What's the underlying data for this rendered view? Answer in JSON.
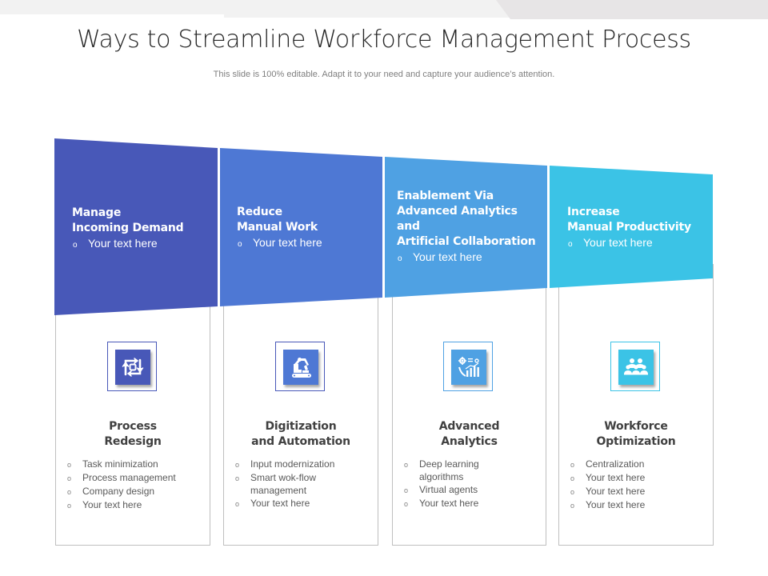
{
  "slide": {
    "title": "Ways to Streamline Workforce Management Process",
    "subtitle": "This slide is 100% editable. Adapt it to your need and capture your audience’s attention."
  },
  "colors": {
    "banner_1": "#4858B8",
    "banner_2": "#4E78D4",
    "banner_3": "#4FA1E3",
    "banner_4": "#3BC3E6",
    "card_border": "#BFBFBF",
    "card_title": "#404040",
    "card_text": "#595959"
  },
  "bullet_glyph": "o",
  "columns": [
    {
      "banner": {
        "title": "Manage\nIncoming Demand",
        "bullet": "Your text here"
      },
      "icon": "process-cycle-icon",
      "card": {
        "title": "Process\nRedesign",
        "items": [
          "Task minimization",
          "Process management",
          "Company design",
          "Your text here"
        ]
      }
    },
    {
      "banner": {
        "title": "Reduce\nManual Work",
        "bullet": "Your text here"
      },
      "icon": "robotic-arm-icon",
      "card": {
        "title": "Digitization\nand Automation",
        "items": [
          "Input modernization",
          "Smart wok-flow management",
          "Your text here"
        ]
      }
    },
    {
      "banner": {
        "title": "Enablement Via\nAdvanced Analytics\nand\nArtificial Collaboration",
        "bullet": "Your text here"
      },
      "icon": "analytics-chart-icon",
      "card": {
        "title": "Advanced\nAnalytics",
        "items": [
          "Deep learning algorithms",
          "Virtual agents",
          "Your text here"
        ]
      }
    },
    {
      "banner": {
        "title": "Increase\nManual Productivity",
        "bullet": "Your text here"
      },
      "icon": "team-group-icon",
      "card": {
        "title": "Workforce\nOptimization",
        "items": [
          "Centralization",
          "Your text here",
          "Your text here",
          "Your text here"
        ]
      }
    }
  ]
}
